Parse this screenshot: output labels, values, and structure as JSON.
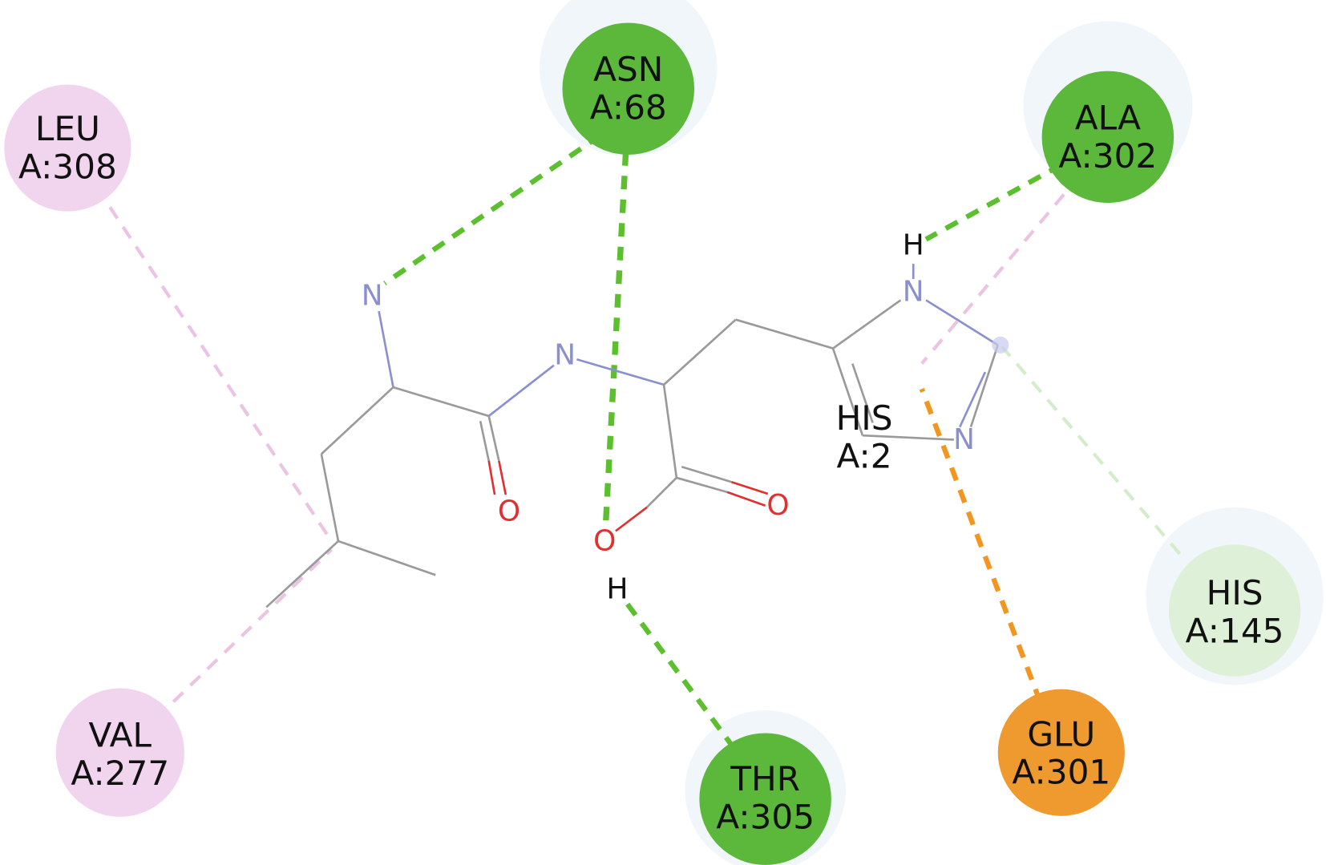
{
  "colors": {
    "conventional_hbond": "#5bbf2e",
    "carbon_hbond": "#d3edcb",
    "alkyl": "#ebc3e3",
    "attractive_charge": "#f3961f",
    "hydrophobic_residue": "#f1d5ee",
    "hbond_residue": "#5cb83a",
    "carbon_hbond_residue": "#dff0d8",
    "charge_residue": "#ef9a2e"
  },
  "residues": [
    {
      "id": "leu308",
      "name": "LEU",
      "chain": "A:308",
      "type": "alkyl"
    },
    {
      "id": "asn68",
      "name": "ASN",
      "chain": "A:68",
      "type": "conventional_hbond"
    },
    {
      "id": "ala302",
      "name": "ALA",
      "chain": "A:302",
      "type": "conventional_hbond"
    },
    {
      "id": "his145",
      "name": "HIS",
      "chain": "A:145",
      "type": "carbon_hbond"
    },
    {
      "id": "glu301",
      "name": "GLU",
      "chain": "A:301",
      "type": "attractive_charge"
    },
    {
      "id": "thr305",
      "name": "THR",
      "chain": "A:305",
      "type": "conventional_hbond"
    },
    {
      "id": "val277",
      "name": "VAL",
      "chain": "A:277",
      "type": "alkyl"
    }
  ],
  "ligand_label": {
    "name": "HIS",
    "chain": "A:2"
  },
  "atoms": {
    "N": "N",
    "O": "O",
    "H": "H"
  }
}
